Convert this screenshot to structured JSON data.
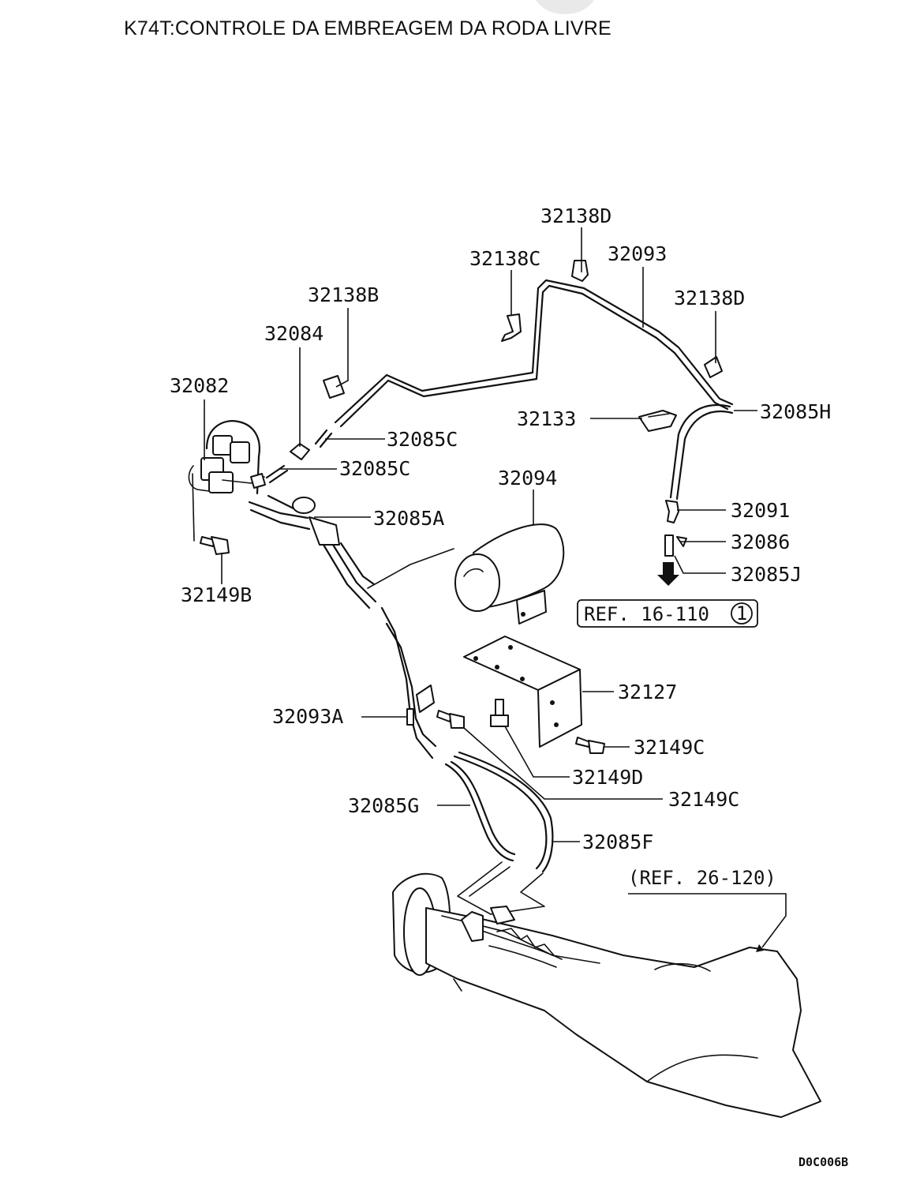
{
  "title": "K74T:CONTROLE DA EMBREAGEM DA RODA LIVRE",
  "drawing_code": "D0C006B",
  "labels": {
    "p32138D_top": "32138D",
    "p32138C": "32138C",
    "p32093": "32093",
    "p32138D_right": "32138D",
    "p32138B": "32138B",
    "p32084": "32084",
    "p32082": "32082",
    "p32085C_1": "32085C",
    "p32085C_2": "32085C",
    "p32133": "32133",
    "p32085H": "32085H",
    "p32094": "32094",
    "p32085A": "32085A",
    "p32091": "32091",
    "p32086": "32086",
    "p32085J": "32085J",
    "p32149B": "32149B",
    "p32127": "32127",
    "p32093A": "32093A",
    "p32149C_1": "32149C",
    "p32149D": "32149D",
    "p32149C_2": "32149C",
    "p32085G": "32085G",
    "p32085F": "32085F"
  },
  "refs": {
    "ref1": "REF. 16-110",
    "ref1_circle": "1",
    "ref2": "(REF. 26-120)"
  }
}
